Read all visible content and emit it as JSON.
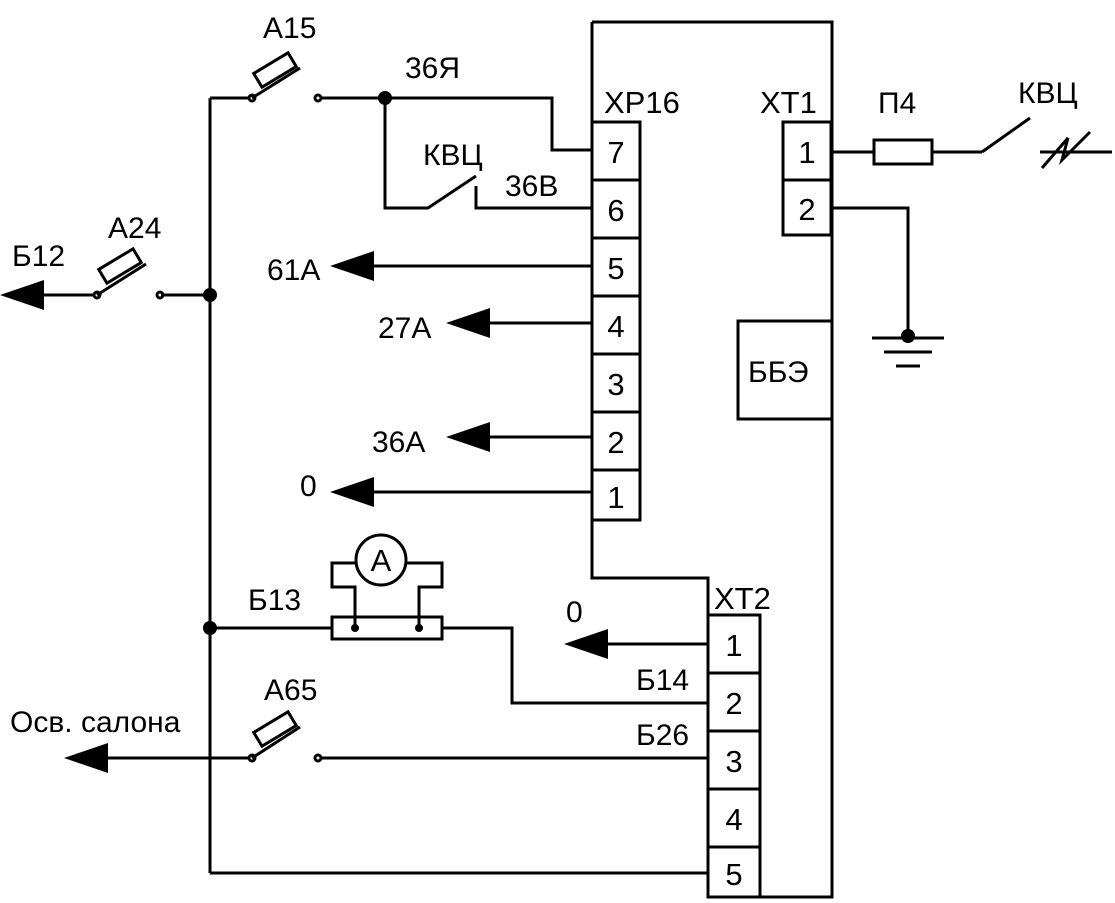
{
  "connectors": {
    "xp16": {
      "name": "XP16",
      "pins": [
        "7",
        "6",
        "5",
        "4",
        "3",
        "2",
        "1"
      ]
    },
    "xt1": {
      "name": "XT1",
      "pins": [
        "1",
        "2"
      ]
    },
    "xt2": {
      "name": "XT2",
      "pins": [
        "1",
        "2",
        "3",
        "4",
        "5"
      ]
    }
  },
  "block": {
    "name": "ББЭ"
  },
  "switches": {
    "a15": "A15",
    "a24": "A24",
    "a65": "A65",
    "kvc_top": "КВЦ",
    "kvc_right": "КВЦ"
  },
  "fuse": {
    "name": "П4"
  },
  "shunt": {
    "name": "Б13",
    "meter": "A"
  },
  "wires": {
    "w36ya": "36Я",
    "w36v": "36В",
    "w61a": "61А",
    "w27a": "27А",
    "w36a": "36А",
    "w0_xp16": "0",
    "w0_xt2": "0",
    "b12": "Б12",
    "b14": "Б14",
    "b26": "Б26",
    "osv_salona": "Осв. салона"
  }
}
